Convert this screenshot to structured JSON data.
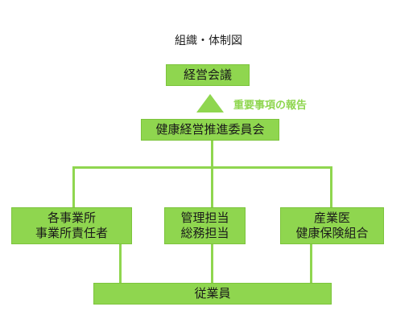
{
  "title": "組織・体制図",
  "nodes": {
    "meeting": "経営会議",
    "committee": "健康経営推進委員会",
    "offices": [
      "各事業所",
      "事業所責任者"
    ],
    "admin": [
      "管理担当",
      "総務担当"
    ],
    "industrial": [
      "産業医",
      "健康保険組合"
    ],
    "employees": "従業員"
  },
  "report_label": "重要事項の報告",
  "colors": {
    "box": "#8fd64f",
    "report_text": "#8fd64f"
  }
}
